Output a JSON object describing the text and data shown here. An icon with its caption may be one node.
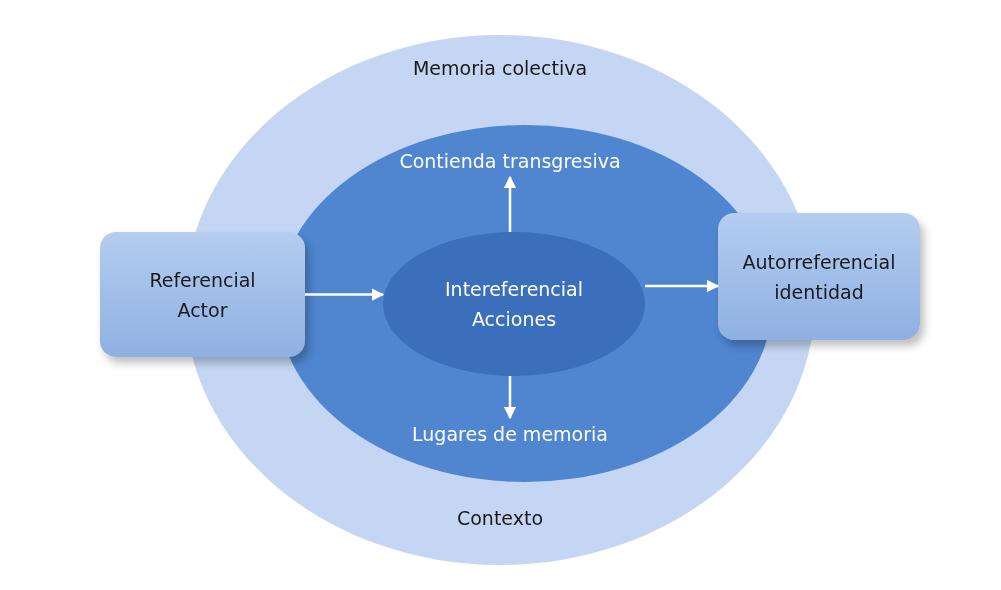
{
  "diagram": {
    "nodes": [
      {
        "text": [
          "Memoria colectiva",
          "Contexto"
        ]
      },
      {
        "text": [],
        "shape": "ellipse",
        "in": 0
      },
      {
        "text": [
          "Contienda transgresiva"
        ],
        "in": 1
      },
      {
        "text": [
          "Intereferencial",
          "Acciones"
        ],
        "in": 1
      },
      {
        "text": [
          "Lugares de memoria"
        ],
        "in": 1
      },
      {
        "text": [
          "Referencial",
          "Actor"
        ]
      },
      {
        "text": [
          "Autorreferencial",
          "identidad"
        ]
      }
    ],
    "edges": [
      {
        "from": 5,
        "to": 3,
        "arrow": "to"
      },
      {
        "from": 3,
        "to": 2,
        "arrow": "to"
      },
      {
        "from": 3,
        "to": 4,
        "arrow": "to"
      },
      {
        "from": 3,
        "to": 6,
        "arrow": "to"
      }
    ]
  }
}
